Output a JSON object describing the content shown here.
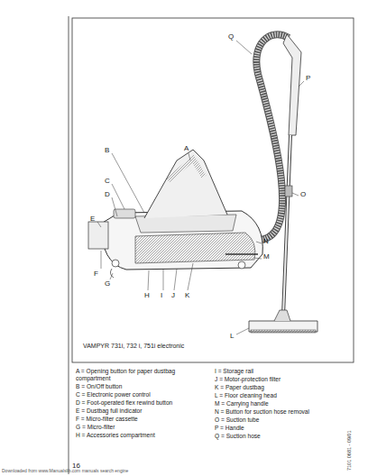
{
  "diagram": {
    "labels": [
      "A",
      "B",
      "C",
      "D",
      "E",
      "F",
      "G",
      "H",
      "I",
      "J",
      "K",
      "L",
      "M",
      "N",
      "O",
      "P",
      "Q",
      "VAMPYR 731i, 732 i, 751i electronic",
      "A = Opening button for paper dustbag compartment",
      "B = On/Off button",
      "C = Electronic power control",
      "D = Foot-operated flex rewind button",
      "E = Dustbag full indicator",
      "F = Micro-filter cassette",
      "G = Micro-filter",
      "H = Accessories compartment",
      "I = Storage rail",
      "J = Motor-protection filter",
      "K = Paper dustbag",
      "L = Floor cleaning head",
      "M = Carrying handle",
      "N = Button for suction hose removal",
      "O = Suction tube",
      "P = Handle",
      "Q = Suction hose",
      "16",
      "7101 0681 - 09/01",
      "Downloaded from www.Manualslib.com manuals search engine"
    ]
  }
}
